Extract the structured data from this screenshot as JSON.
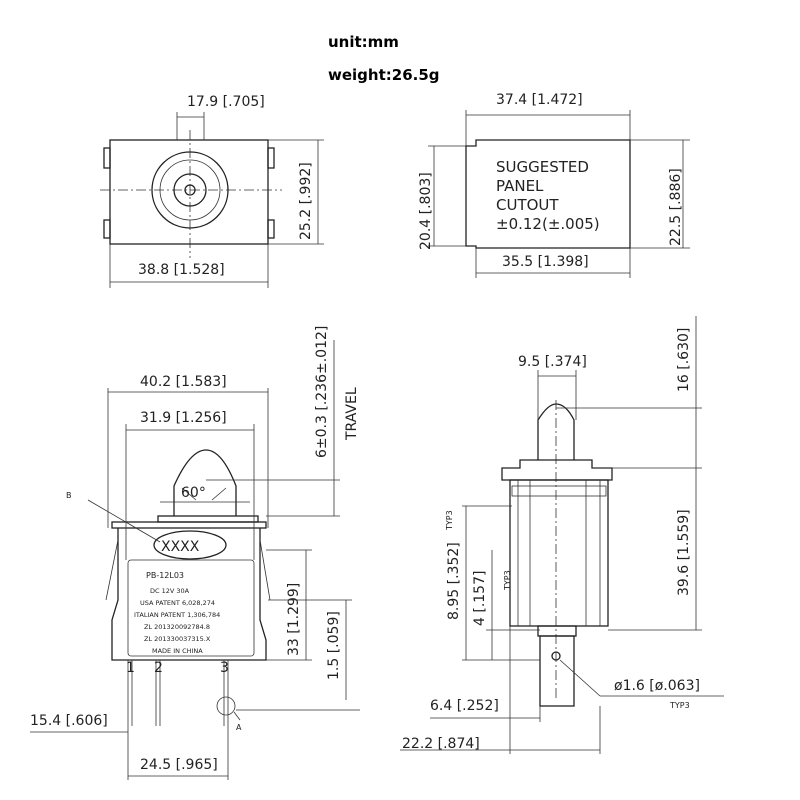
{
  "header": {
    "unit": "unit:mm",
    "weight": "weight:26.5g"
  },
  "dims": {
    "top_w": "17.9 [.705]",
    "front_w": "38.8 [1.528]",
    "front_h": "25.2 [.992]",
    "cut_w_top": "37.4 [1.472]",
    "cut_w_bot": "35.5 [1.398]",
    "cut_h_left": "20.4 [.803]",
    "cut_h_right": "22.5 [.886]",
    "side_w1": "40.2 [1.583]",
    "side_w2": "31.9 [1.256]",
    "travel": "6±0.3 [.236±.012]",
    "travel_label": "TRAVEL",
    "angle": "60°",
    "b_label": "B",
    "xxxx": "XXXX",
    "h33": "33 [1.299]",
    "h15": "1.5 [.059]",
    "w154": "15.4 [.606]",
    "w245": "24.5 [.965]",
    "a_label": "A",
    "w95": "9.5 [.374]",
    "h16": "16 [.630]",
    "h396": "39.6 [1.559]",
    "h895": "8.95 [.352]",
    "h4": "4 [.157]",
    "typ3": "TYP3",
    "dia": "ø1.6 [ø.063]",
    "w64": "6.4 [.252]",
    "w222": "22.2 [.874]"
  },
  "cutout": {
    "l1": "SUGGESTED",
    "l2": "PANEL",
    "l3": "CUTOUT",
    "l4": "±0.12(±.005)"
  },
  "label": {
    "l1": "PB-12L03",
    "l2": "DC 12V 30A",
    "l3": "USA PATENT 6,028,274",
    "l4": "ITALIAN PATENT 1,306,784",
    "l5": "ZL 201320092784.8",
    "l6": "ZL 201330037315.X",
    "l7": "MADE IN CHINA"
  },
  "pins": [
    "1",
    "2",
    "3"
  ]
}
